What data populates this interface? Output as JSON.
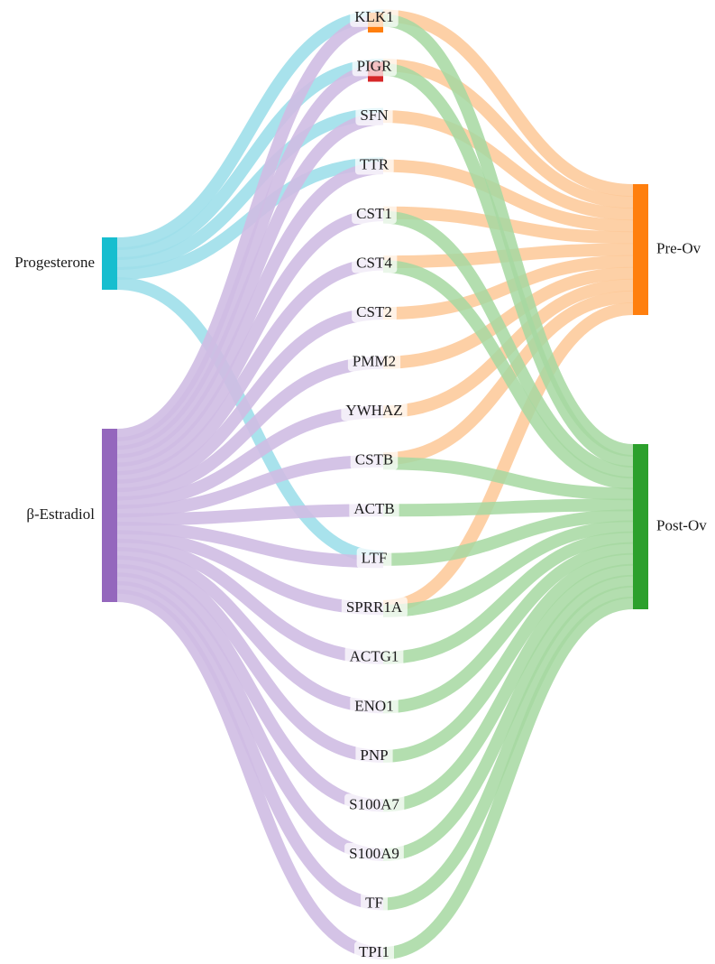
{
  "diagram": {
    "type": "sankey",
    "colors": {
      "Progesterone": "#17becf",
      "β-Estradiol": "#9467bd",
      "Pre-Ov": "#ff7f0e",
      "Post-Ov": "#2ca02c",
      "KLK1": "#ff7f0e",
      "PIGR": "#d62728",
      "link_Progesterone": "#9edfea",
      "link_β-Estradiol": "#cfbde3",
      "link_Pre-Ov": "#fdc896",
      "link_Post-Ov": "#a6d8a1"
    },
    "sources": [
      "Progesterone",
      "β-Estradiol"
    ],
    "genes": [
      "KLK1",
      "PIGR",
      "SFN",
      "TTR",
      "CST1",
      "CST4",
      "CST2",
      "PMM2",
      "YWHAZ",
      "CSTB",
      "ACTB",
      "LTF",
      "SPRR1A",
      "ACTG1",
      "ENO1",
      "PNP",
      "S100A7",
      "S100A9",
      "TF",
      "TPI1"
    ],
    "targets": [
      "Pre-Ov",
      "Post-Ov"
    ],
    "links_in": [
      {
        "source": "Progesterone",
        "gene": "KLK1"
      },
      {
        "source": "Progesterone",
        "gene": "PIGR"
      },
      {
        "source": "Progesterone",
        "gene": "SFN"
      },
      {
        "source": "Progesterone",
        "gene": "TTR"
      },
      {
        "source": "Progesterone",
        "gene": "LTF"
      },
      {
        "source": "β-Estradiol",
        "gene": "KLK1"
      },
      {
        "source": "β-Estradiol",
        "gene": "PIGR"
      },
      {
        "source": "β-Estradiol",
        "gene": "SFN"
      },
      {
        "source": "β-Estradiol",
        "gene": "TTR"
      },
      {
        "source": "β-Estradiol",
        "gene": "CST1"
      },
      {
        "source": "β-Estradiol",
        "gene": "CST4"
      },
      {
        "source": "β-Estradiol",
        "gene": "CST2"
      },
      {
        "source": "β-Estradiol",
        "gene": "PMM2"
      },
      {
        "source": "β-Estradiol",
        "gene": "YWHAZ"
      },
      {
        "source": "β-Estradiol",
        "gene": "CSTB"
      },
      {
        "source": "β-Estradiol",
        "gene": "ACTB"
      },
      {
        "source": "β-Estradiol",
        "gene": "LTF"
      },
      {
        "source": "β-Estradiol",
        "gene": "SPRR1A"
      },
      {
        "source": "β-Estradiol",
        "gene": "ACTG1"
      },
      {
        "source": "β-Estradiol",
        "gene": "ENO1"
      },
      {
        "source": "β-Estradiol",
        "gene": "PNP"
      },
      {
        "source": "β-Estradiol",
        "gene": "S100A7"
      },
      {
        "source": "β-Estradiol",
        "gene": "S100A9"
      },
      {
        "source": "β-Estradiol",
        "gene": "TF"
      },
      {
        "source": "β-Estradiol",
        "gene": "TPI1"
      }
    ],
    "links_out": [
      {
        "gene": "KLK1",
        "target": "Pre-Ov"
      },
      {
        "gene": "KLK1",
        "target": "Post-Ov"
      },
      {
        "gene": "PIGR",
        "target": "Pre-Ov"
      },
      {
        "gene": "PIGR",
        "target": "Post-Ov"
      },
      {
        "gene": "SFN",
        "target": "Pre-Ov"
      },
      {
        "gene": "TTR",
        "target": "Pre-Ov"
      },
      {
        "gene": "CST1",
        "target": "Pre-Ov"
      },
      {
        "gene": "CST1",
        "target": "Post-Ov"
      },
      {
        "gene": "CST4",
        "target": "Pre-Ov"
      },
      {
        "gene": "CST4",
        "target": "Post-Ov"
      },
      {
        "gene": "CST2",
        "target": "Pre-Ov"
      },
      {
        "gene": "PMM2",
        "target": "Pre-Ov"
      },
      {
        "gene": "YWHAZ",
        "target": "Pre-Ov"
      },
      {
        "gene": "CSTB",
        "target": "Pre-Ov"
      },
      {
        "gene": "CSTB",
        "target": "Post-Ov"
      },
      {
        "gene": "ACTB",
        "target": "Post-Ov"
      },
      {
        "gene": "LTF",
        "target": "Post-Ov"
      },
      {
        "gene": "SPRR1A",
        "target": "Pre-Ov"
      },
      {
        "gene": "SPRR1A",
        "target": "Post-Ov"
      },
      {
        "gene": "ACTG1",
        "target": "Post-Ov"
      },
      {
        "gene": "ENO1",
        "target": "Post-Ov"
      },
      {
        "gene": "PNP",
        "target": "Post-Ov"
      },
      {
        "gene": "S100A7",
        "target": "Post-Ov"
      },
      {
        "gene": "S100A9",
        "target": "Post-Ov"
      },
      {
        "gene": "TF",
        "target": "Post-Ov"
      },
      {
        "gene": "TPI1",
        "target": "Post-Ov"
      }
    ]
  }
}
